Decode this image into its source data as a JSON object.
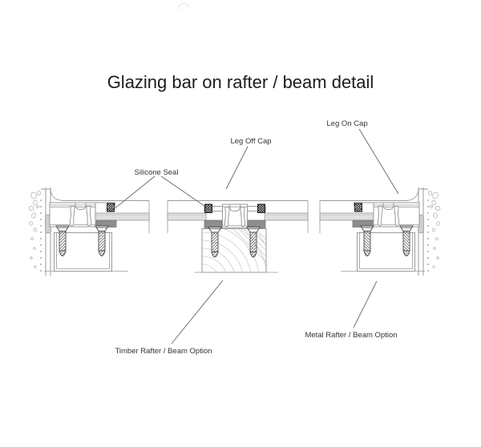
{
  "title": "Glazing bar on rafter / beam detail",
  "labels": {
    "silicone_seal": "Silicone Seal",
    "leg_off_cap": "Leg Off Cap",
    "leg_on_cap": "Leg On Cap",
    "timber_option": "Timber Rafter / Beam Option",
    "metal_option": "Metal Rafter / Beam Option"
  },
  "colors": {
    "background": "#ffffff",
    "line": "#9a9a9a",
    "dark_line": "#4a4a4a",
    "seal": "#1a1a1a",
    "gasket": "#8d8d8d",
    "glass": "#e0e0e0",
    "wall_fill": "#cfcfcf",
    "grain": "#c6c6c6",
    "leader": "#666666",
    "text": "#333333",
    "title_text": "#1c1c1c"
  }
}
